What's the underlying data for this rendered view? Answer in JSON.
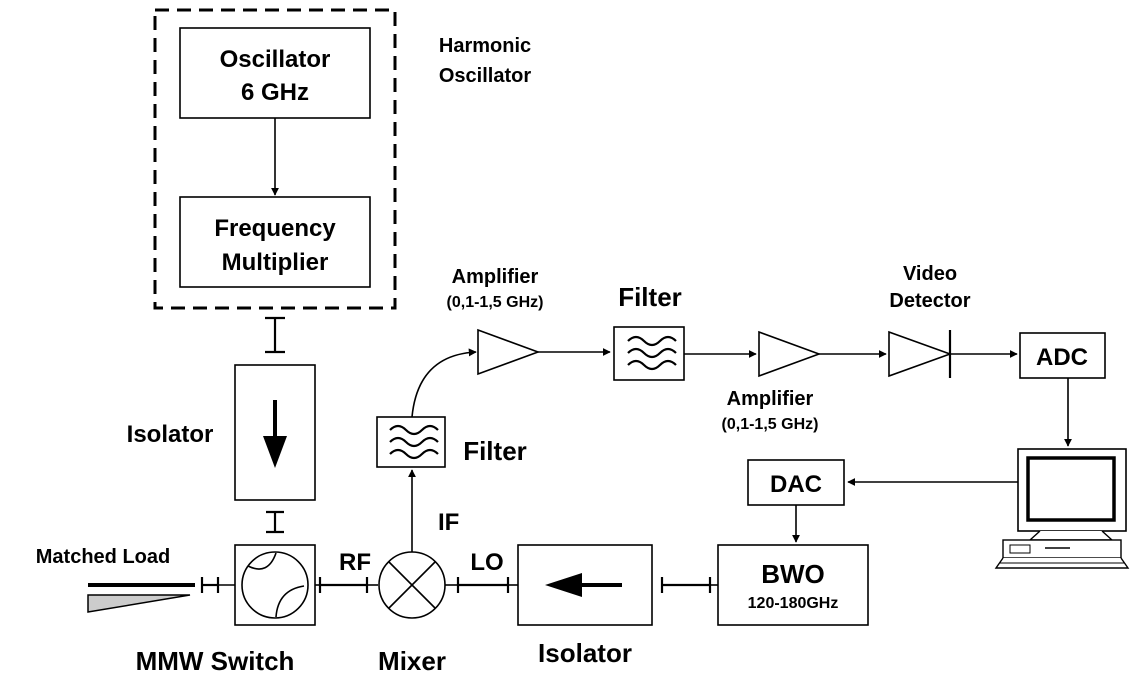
{
  "harmonic_oscillator": {
    "title_line1": "Harmonic",
    "title_line2": "Oscillator",
    "oscillator_line1": "Oscillator",
    "oscillator_line2": "6 GHz",
    "multiplier_line1": "Frequency",
    "multiplier_line2": "Multiplier"
  },
  "isolator_left": {
    "label": "Isolator"
  },
  "isolator_bottom": {
    "label": "Isolator"
  },
  "matched_load": {
    "label": "Matched Load"
  },
  "switch": {
    "label": "MMW Switch"
  },
  "mixer": {
    "label": "Mixer",
    "rf": "RF",
    "lo": "LO",
    "if": "IF"
  },
  "filter_if": {
    "label": "Filter"
  },
  "amplifier1": {
    "label": "Amplifier",
    "range": "(0,1-1,5 GHz)"
  },
  "filter2": {
    "label": "Filter"
  },
  "amplifier2": {
    "label": "Amplifier",
    "range": "(0,1-1,5 GHz)"
  },
  "video_detector": {
    "line1": "Video",
    "line2": "Detector"
  },
  "adc": {
    "label": "ADC"
  },
  "dac": {
    "label": "DAC"
  },
  "bwo": {
    "label": "BWO",
    "range": "120-180GHz"
  }
}
